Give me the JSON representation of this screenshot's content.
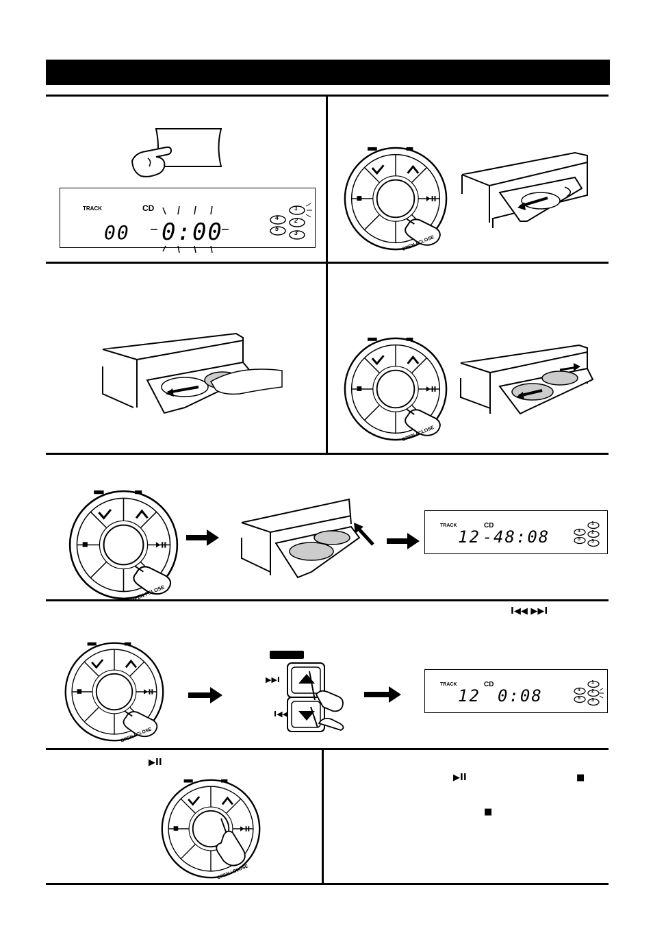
{
  "header_bar": {
    "color": "#000000"
  },
  "display_initial": {
    "track_label": "TRACK",
    "source_label": "CD",
    "track_digits": "00",
    "time_digits": "0:00",
    "discs": [
      "1",
      "2",
      "3",
      "4",
      "5"
    ]
  },
  "display_loaded": {
    "track_label": "TRACK",
    "source_label": "CD",
    "track_digits": "12",
    "separator": "-",
    "time_digits": "48:08",
    "discs": [
      "1",
      "2",
      "3",
      "4",
      "5"
    ]
  },
  "display_selected": {
    "track_label": "TRACK",
    "source_label": "CD",
    "track_digits": "12",
    "time_digits": "0:08",
    "discs": [
      "1",
      "2",
      "3",
      "4",
      "5"
    ]
  },
  "control_dial": {
    "open_close_label": "OPEN / CLOSE",
    "stop_symbol": "■",
    "play_pause_symbol": "▶II"
  },
  "skip_controls": {
    "prev_symbol": "I◀◀",
    "next_symbol": "▶▶I"
  },
  "inline_symbols": {
    "skip_pair": "I◀◀  ▶▶I",
    "play_pause": "▶II",
    "stop": "■"
  }
}
